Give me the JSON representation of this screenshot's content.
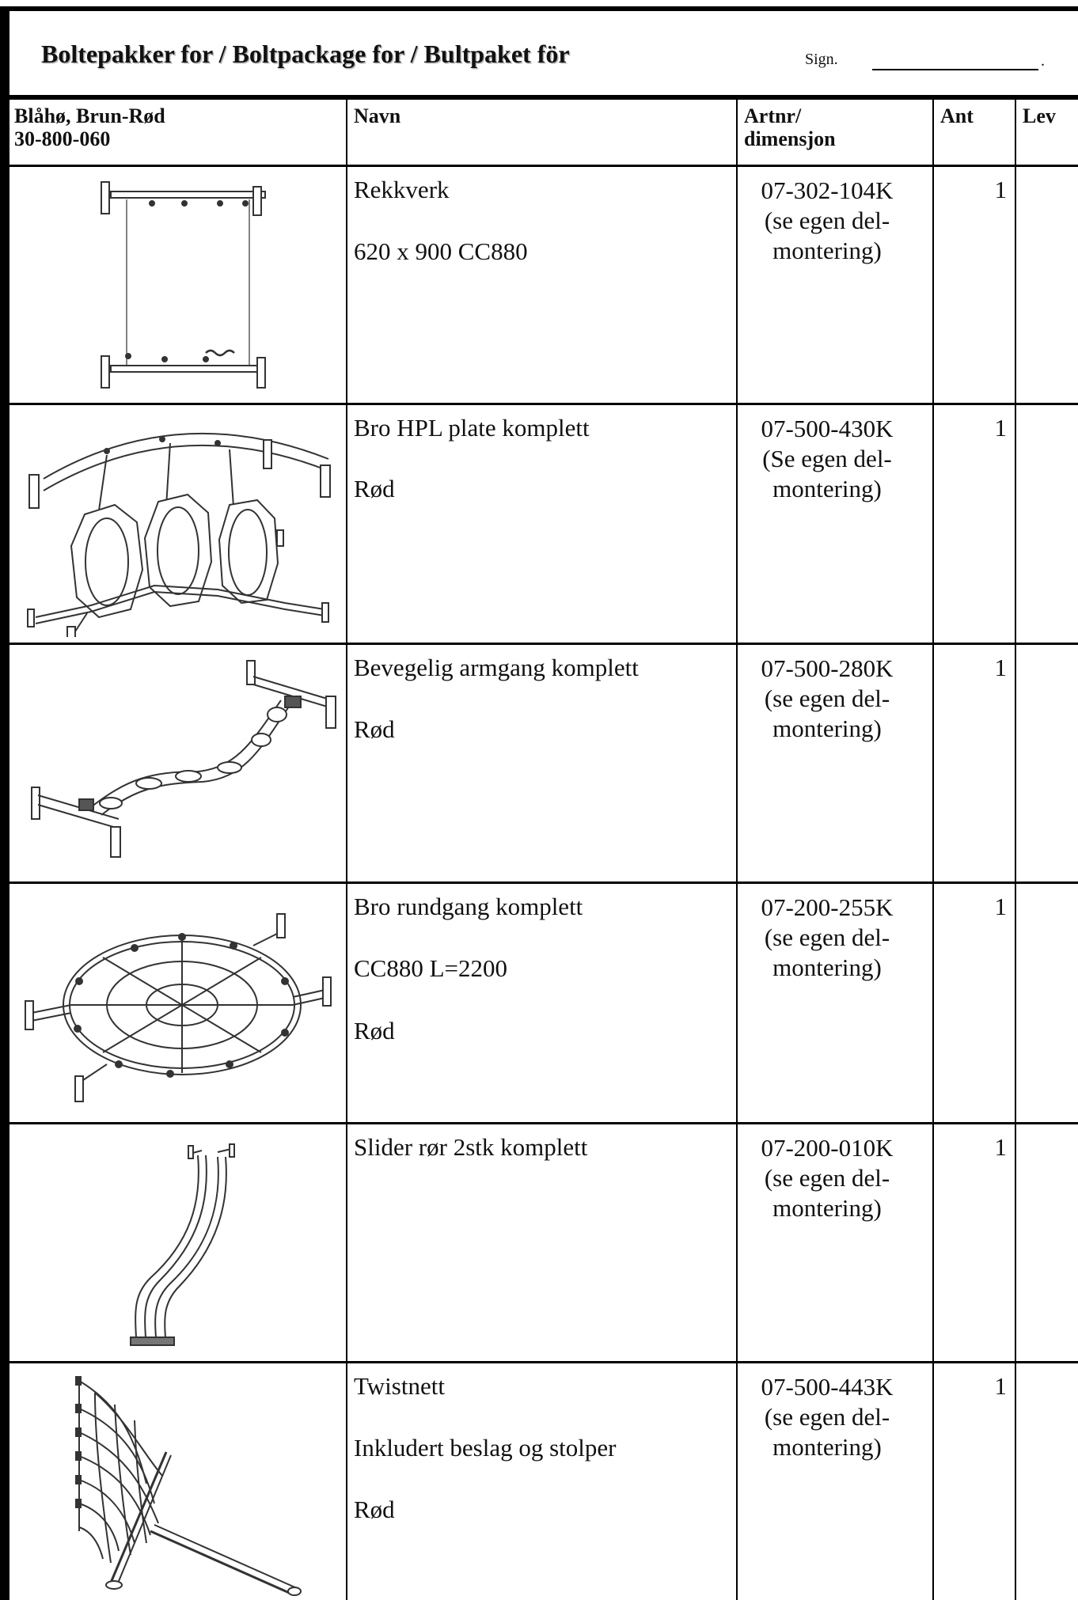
{
  "header": {
    "title": "Boltepakker for / Boltpackage for / Bultpaket för",
    "sign_label": "Sign.",
    "sign_end": "."
  },
  "columns": {
    "item_line1": "Blåhø, Brun-Rød",
    "item_line2": "30-800-060",
    "name": "Navn",
    "art_line1": "Artnr/",
    "art_line2": "dimensjon",
    "ant": "Ant",
    "lev": "Lev"
  },
  "rows": [
    {
      "illustration": "railing-panel-drawing",
      "name_lines": [
        "Rekkverk",
        "620 x 900 CC880"
      ],
      "art": [
        "07-302-104K",
        "(se egen del-",
        "montering)"
      ],
      "ant": "1"
    },
    {
      "illustration": "bridge-hpl-plate-drawing",
      "name_lines": [
        "Bro HPL plate komplett",
        "Rød"
      ],
      "art": [
        "07-500-430K",
        "(Se egen del-",
        "montering)"
      ],
      "ant": "1"
    },
    {
      "illustration": "moving-monkey-bars-drawing",
      "name_lines": [
        "Bevegelig armgang komplett",
        "Rød"
      ],
      "art": [
        "07-500-280K",
        "(se egen del-",
        "montering)"
      ],
      "ant": "1"
    },
    {
      "illustration": "round-bridge-drawing",
      "name_lines": [
        "Bro rundgang komplett",
        "CC880 L=2200",
        "Rød"
      ],
      "art": [
        "07-200-255K",
        "(se egen del-",
        "montering)"
      ],
      "ant": "1"
    },
    {
      "illustration": "slide-tubes-drawing",
      "name_lines": [
        "Slider rør 2stk komplett"
      ],
      "art": [
        "07-200-010K",
        "(se egen del-",
        "montering)"
      ],
      "ant": "1"
    },
    {
      "illustration": "twist-net-drawing",
      "name_lines": [
        "Twistnett",
        "Inkludert beslag og stolper",
        "Rød"
      ],
      "art": [
        "07-500-443K",
        "(se egen del-",
        "montering)"
      ],
      "ant": "1"
    }
  ]
}
